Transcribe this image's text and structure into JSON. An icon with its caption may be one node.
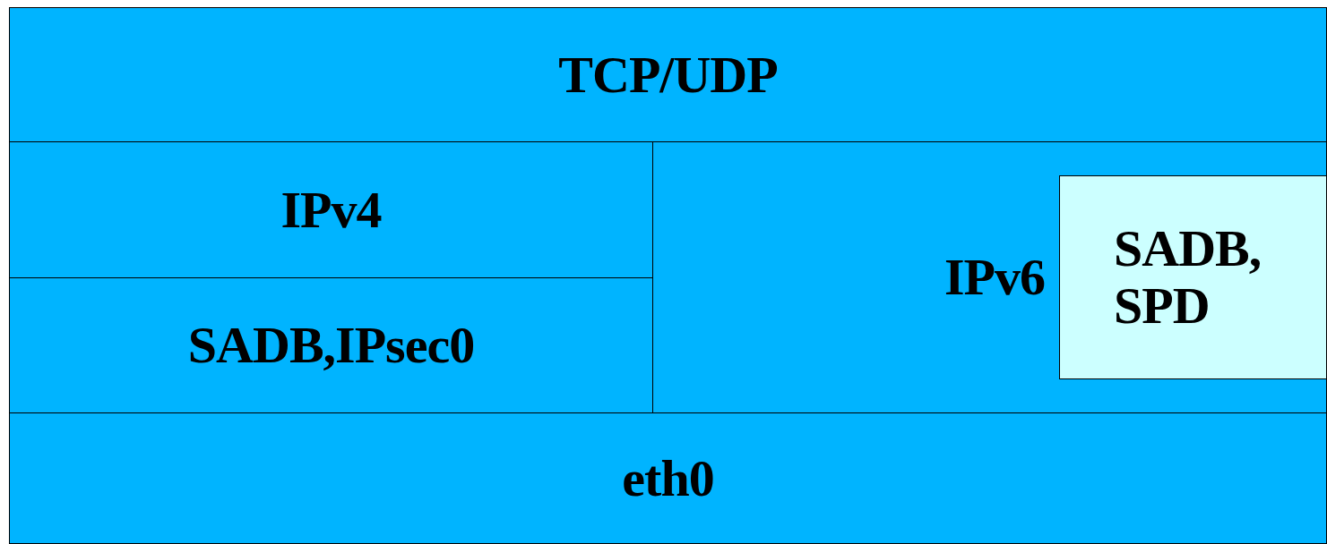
{
  "diagram": {
    "nodes": [
      {
        "text": [
          "TCP/UDP"
        ]
      },
      {
        "text": [
          "IPv4"
        ]
      },
      {
        "text": [
          "SADB,IPsec0"
        ]
      },
      {
        "text": [
          "IPv6"
        ]
      },
      {
        "text": [
          "SADB, SPD"
        ],
        "in": 3
      },
      {
        "text": [
          "eth0"
        ]
      }
    ]
  }
}
